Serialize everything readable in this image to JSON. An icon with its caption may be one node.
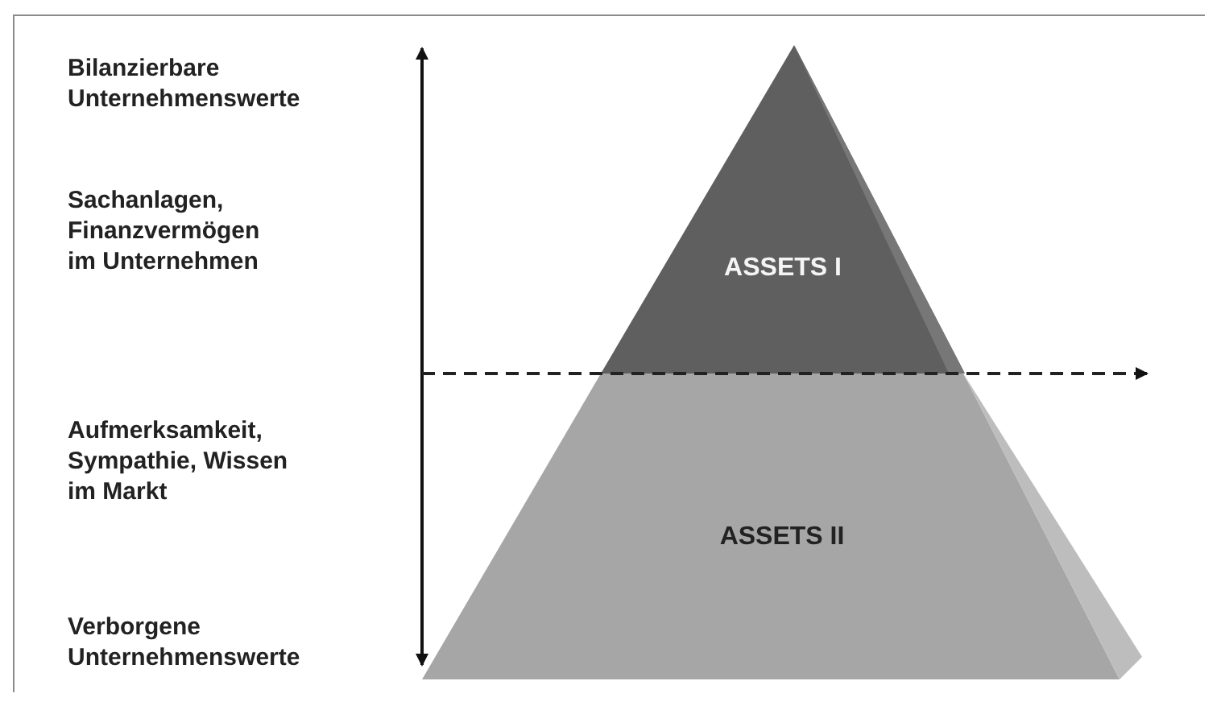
{
  "diagram": {
    "nodes": [
      {
        "text": [
          "ASSETS I"
        ]
      },
      {
        "text": [
          "ASSETS II"
        ]
      }
    ],
    "labels": [
      "Bilanzierbare Unternehmenswerte",
      "Sachanlagen, Finanzvermögen im Unternehmen",
      "Aufmerksamkeit, Sympathie, Wissen im Markt",
      "Verborgene Unternehmenswerte"
    ]
  }
}
